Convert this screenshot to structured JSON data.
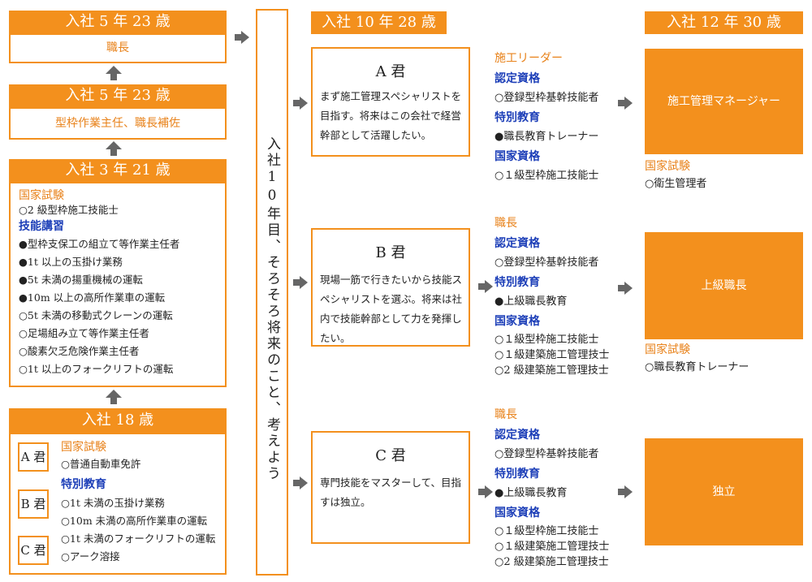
{
  "colors": {
    "accent": "#f3901d",
    "blue": "#1d3fb8",
    "gray_arrow": "#666666"
  },
  "col1": {
    "stage4": {
      "header": "入社 5 年 23 歳",
      "role": "職長"
    },
    "stage3": {
      "header": "入社 5 年 23 歳",
      "role": "型枠作業主任、職長補佐"
    },
    "stage2": {
      "header": "入社 3 年 21 歳",
      "kokka_label": "国家試験",
      "kokka_items": [
        "○2 級型枠施工技能士"
      ],
      "gino_label": "技能講習",
      "gino_items": [
        "●型枠支保工の組立て等作業主任者",
        "●1t 以上の玉掛け業務",
        "●5t 未満の揚重機械の運転",
        "●10m 以上の高所作業車の運転",
        "○5t 未満の移動式クレーンの運転",
        "○足場組み立て等作業主任者",
        "○酸素欠乏危険作業主任者",
        "○1t 以上のフォークリフトの運転"
      ]
    },
    "stage1": {
      "header": "入社 18 歳",
      "people": [
        "A 君",
        "B 君",
        "C 君"
      ],
      "kokka_label": "国家試験",
      "kokka_items": [
        "○普通自動車免許"
      ],
      "tokubetsu_label": "特別教育",
      "tokubetsu_items": [
        "○1t 未満の玉掛け業務",
        "○10m 未満の高所作業車の運転",
        "○1t 未満のフォークリフトの運転",
        "○アーク溶接"
      ]
    }
  },
  "middle_text": "入社10年目、そろそろ将来のこと、考えよう",
  "col3_header": "入社 10 年 28 歳",
  "col5_header": "入社 12 年 30 歳",
  "paths": [
    {
      "name": "A 君",
      "desc": "まず施工管理スペシャリストを目指す。将来はこの会社で経営幹部として活躍したい。",
      "role": "施工リーダー",
      "sections": [
        {
          "label": "認定資格",
          "items": [
            "○登録型枠基幹技能者"
          ]
        },
        {
          "label": "特別教育",
          "items": [
            "●職長教育トレーナー"
          ]
        },
        {
          "label": "国家資格",
          "items": [
            "○１級型枠施工技能士"
          ]
        }
      ],
      "result": "施工管理マネージャー",
      "extra_label": "国家試験",
      "extra_items": [
        "○衛生管理者"
      ]
    },
    {
      "name": "B 君",
      "desc": "現場一筋で行きたいから技能スペシャリストを選ぶ。将来は社内で技能幹部として力を発揮したい。",
      "role": "職長",
      "sections": [
        {
          "label": "認定資格",
          "items": [
            "○登録型枠基幹技能者"
          ]
        },
        {
          "label": "特別教育",
          "items": [
            "●上級職長教育"
          ]
        },
        {
          "label": "国家資格",
          "items": [
            "○１級型枠施工技能士",
            "○１級建築施工管理技士",
            "○2 級建築施工管理技士"
          ]
        }
      ],
      "result": "上級職長",
      "extra_label": "国家試験",
      "extra_items": [
        "○職長教育トレーナー"
      ]
    },
    {
      "name": "C 君",
      "desc": "専門技能をマスターして、目指すは独立。",
      "role": "職長",
      "sections": [
        {
          "label": "認定資格",
          "items": [
            "○登録型枠基幹技能者"
          ]
        },
        {
          "label": "特別教育",
          "items": [
            "●上級職長教育"
          ]
        },
        {
          "label": "国家資格",
          "items": [
            "○１級型枠施工技能士",
            "○１級建築施工管理技士",
            "○2 級建築施工管理技士"
          ]
        }
      ],
      "result": "独立"
    }
  ]
}
